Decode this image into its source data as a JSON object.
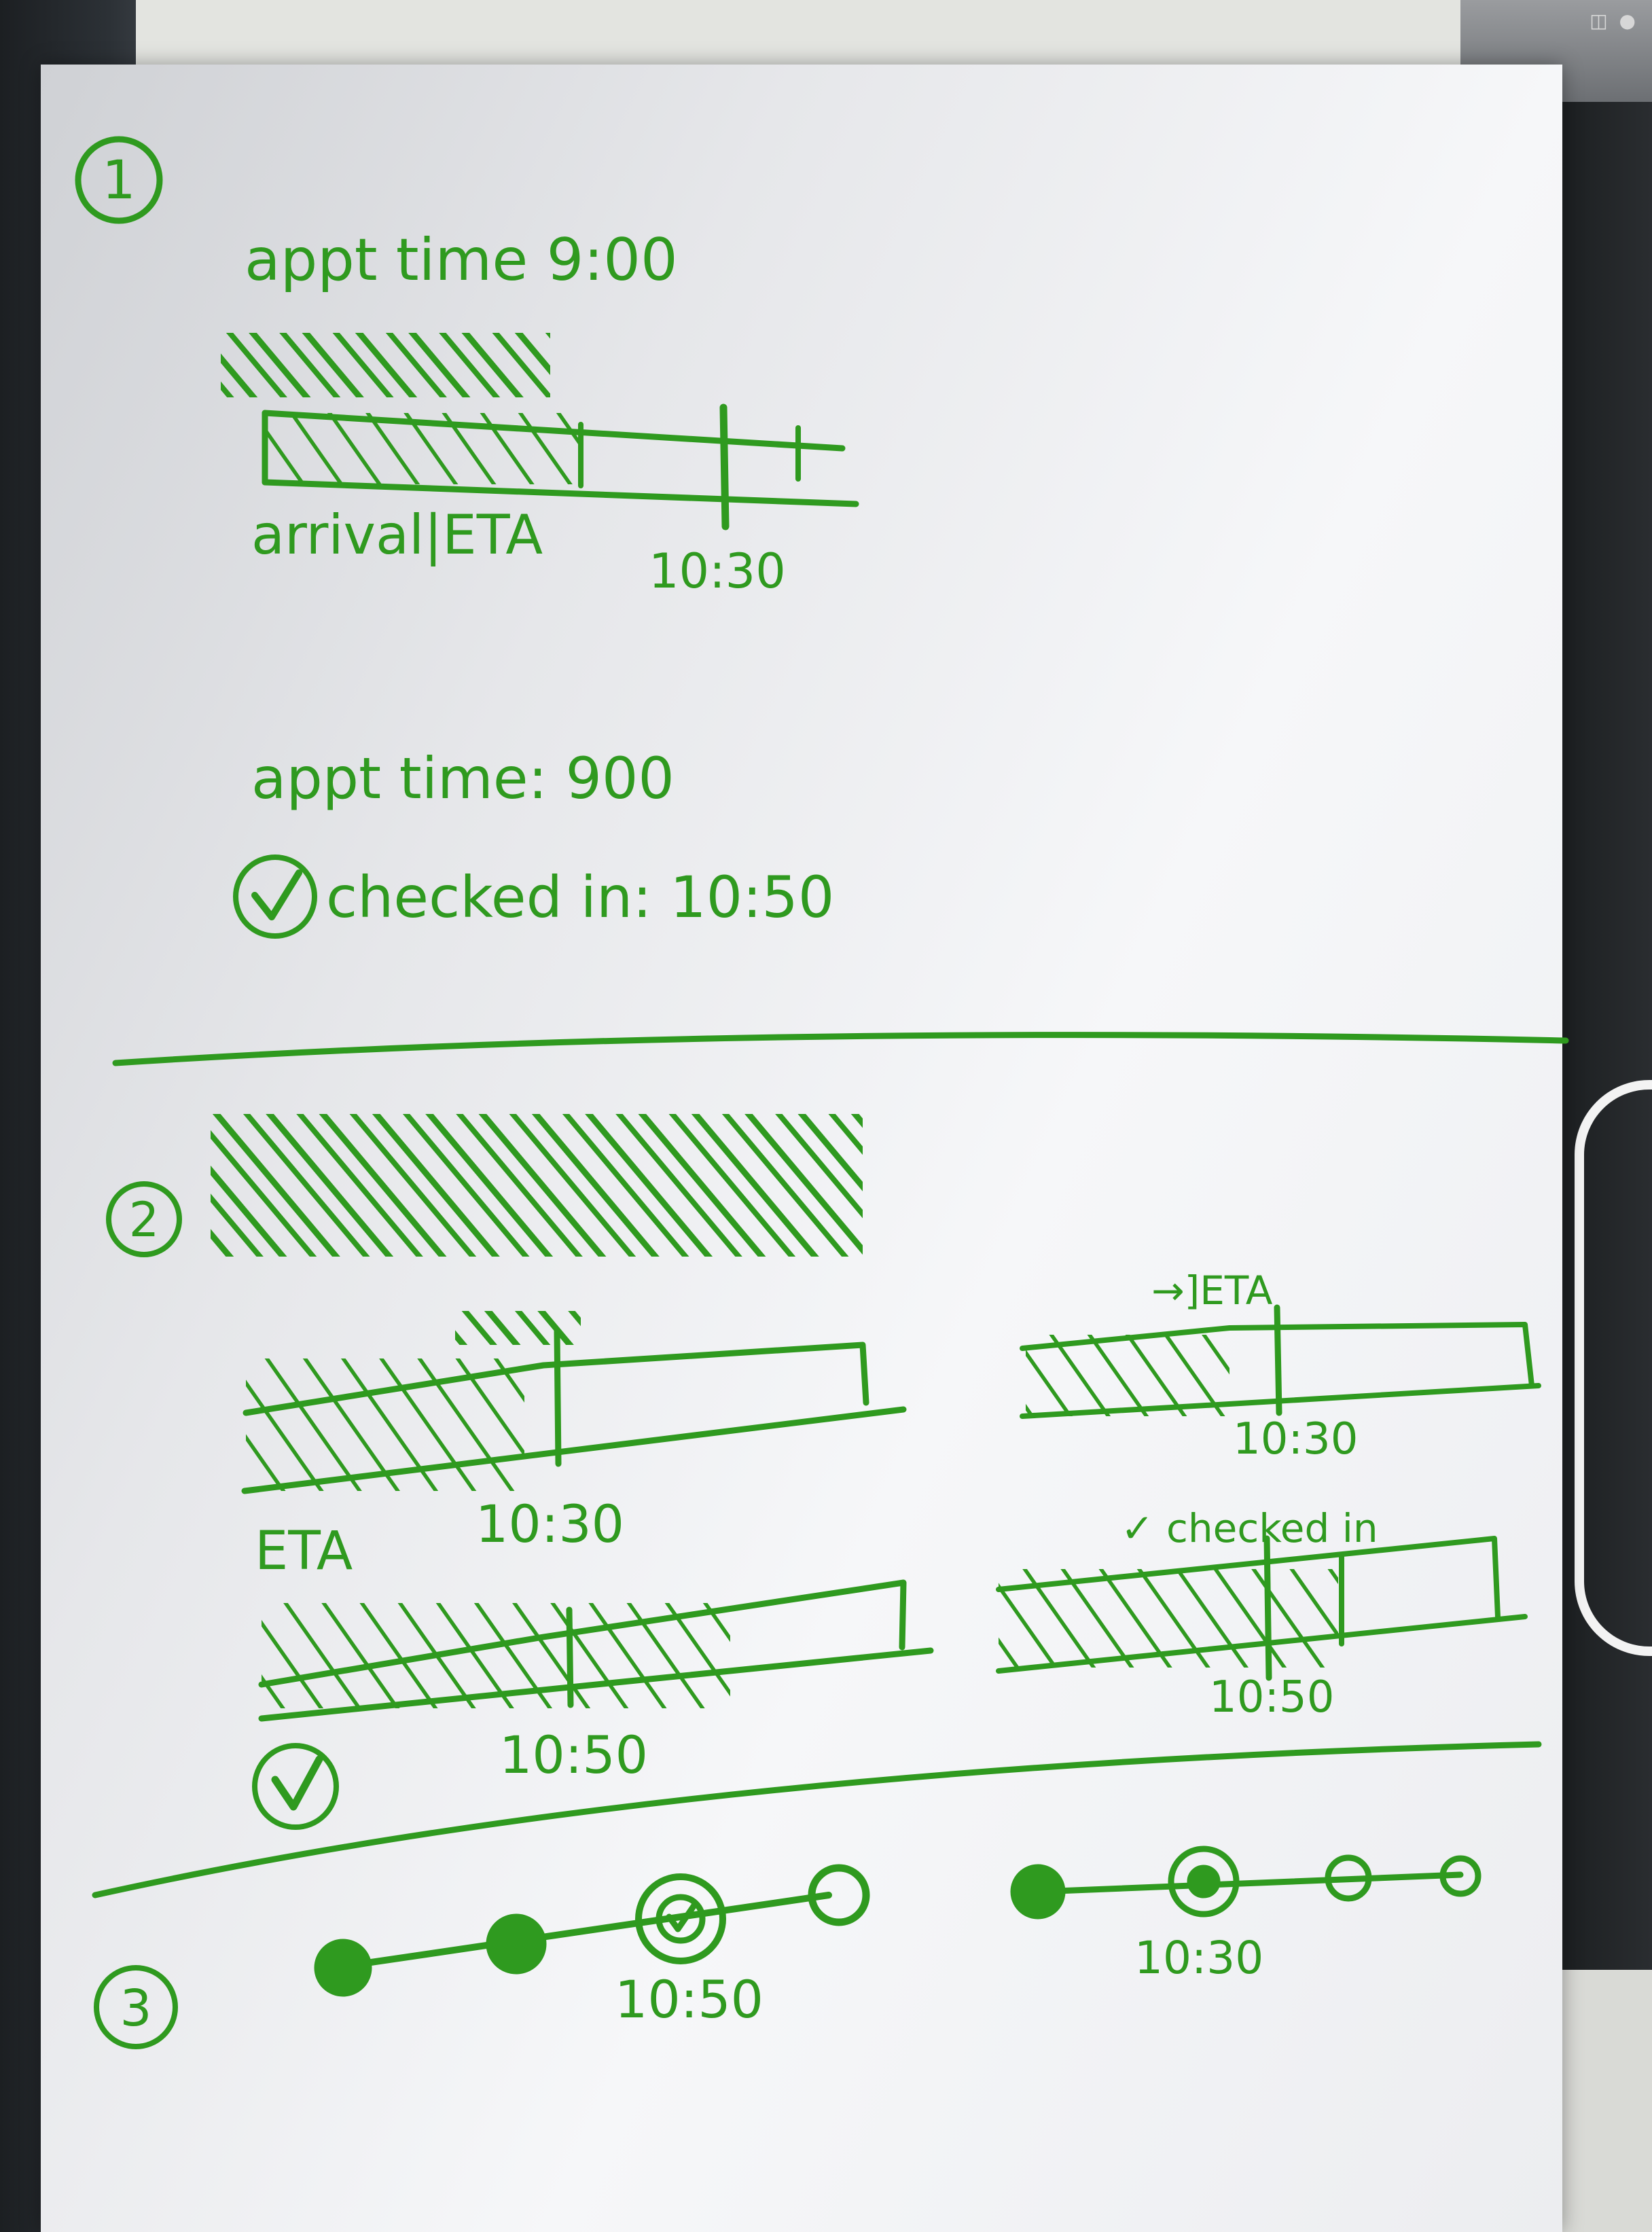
{
  "sections": [
    {
      "number": "1"
    },
    {
      "number": "2"
    },
    {
      "number": "3"
    }
  ],
  "s1": {
    "appt_line_a": "appt time 9:00",
    "arrival_label": "arrival|ETA",
    "time_label": "10:30",
    "appt_line_b": "appt time: 900",
    "checked_in": "checked in: 10:50"
  },
  "s2": {
    "bar_a_label_eta": "ETA",
    "bar_a_time": "10:30",
    "bar_b_label": "→]ETA",
    "bar_b_time": "10:30",
    "bar_c_time": "10:50",
    "bar_d_label": "✓ checked in",
    "bar_d_time": "10:50"
  },
  "s3": {
    "stepper_a_time": "10:50",
    "stepper_b_time": "10:30"
  },
  "colors": {
    "ink": "#2f9a1f"
  }
}
